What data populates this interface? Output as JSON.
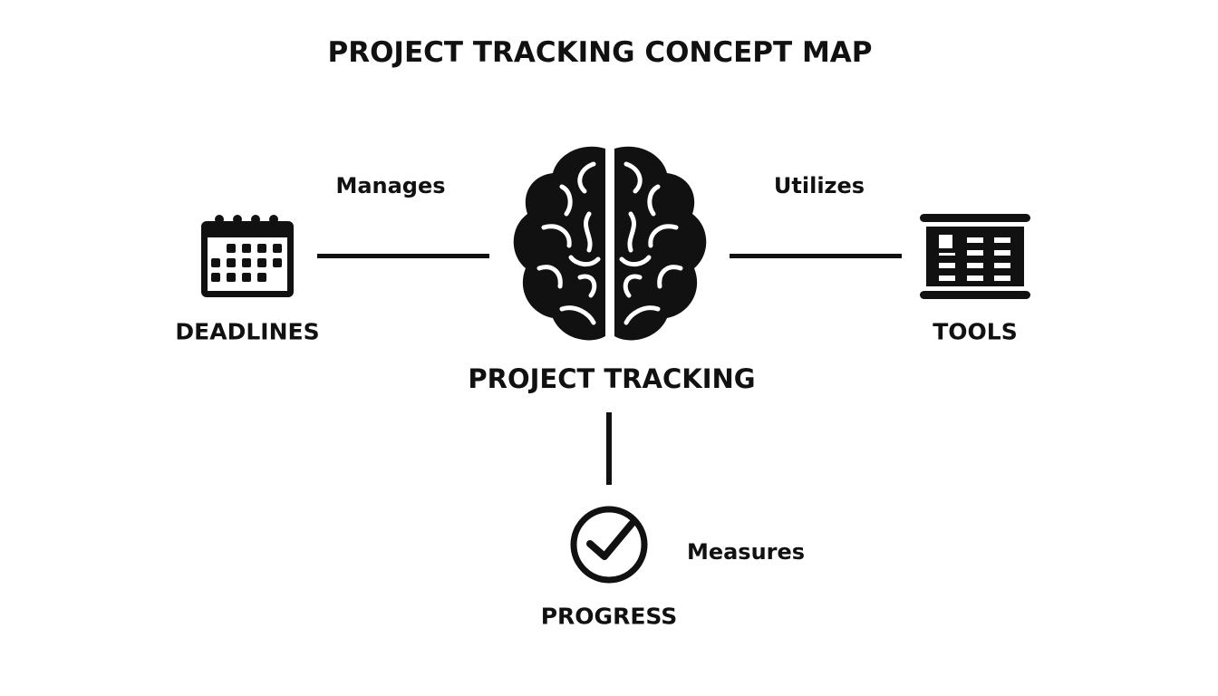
{
  "title": "PROJECT TRACKING CONCEPT MAP",
  "central": {
    "label": "PROJECT TRACKING",
    "icon": "brain-icon"
  },
  "nodes": [
    {
      "label": "DEADLINES",
      "icon": "calendar-icon",
      "relation": "Manages"
    },
    {
      "label": "TOOLS",
      "icon": "spreadsheet-icon",
      "relation": "Utilizes"
    },
    {
      "label": "PROGRESS",
      "icon": "checkmark-circle-icon",
      "relation": "Measures"
    }
  ],
  "colors": {
    "ink": "#111111",
    "background": "#ffffff"
  }
}
